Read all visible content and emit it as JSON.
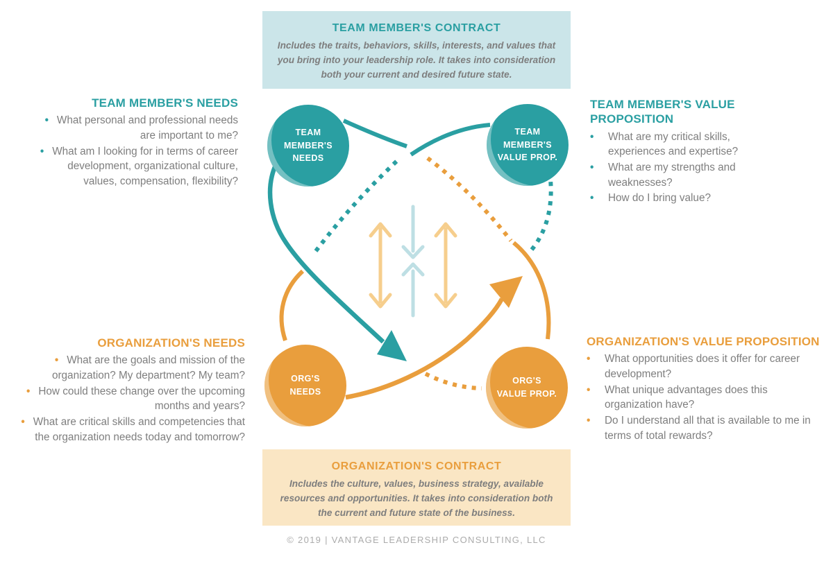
{
  "colors": {
    "teal": "#2A9FA2",
    "orange": "#E99E3D",
    "teal_box_bg": "#CBE5E9",
    "orange_box_bg": "#FAE6C4",
    "yellow_arrow": "#F6CE8D",
    "blue_arrow": "#BEDFE4",
    "body_text": "#7E7E7E",
    "footer_text": "#ABABAB",
    "white": "#FFFFFF"
  },
  "top_box": {
    "title": "TEAM MEMBER'S  CONTRACT",
    "description": "Includes the traits, behaviors, skills, interests, and values that you bring  into your leadership role. It takes into consideration both your  current and desired future state."
  },
  "bottom_box": {
    "title": "ORGANIZATION'S CONTRACT",
    "description": "Includes the culture, values, business strategy, available resources and opportunities. It takes into consideration both the current and future state of the business."
  },
  "circles": {
    "team_needs": {
      "label": "TEAM MEMBER'S NEEDS"
    },
    "team_value": {
      "label": "TEAM MEMBER'S VALUE PROP."
    },
    "org_needs": {
      "label": "ORG'S NEEDS"
    },
    "org_value": {
      "label": "ORG'S VALUE PROP."
    }
  },
  "sections": {
    "team_needs": {
      "title": "TEAM MEMBER'S NEEDS",
      "bullets": [
        "What personal and professional needs are important to me?",
        "What am I looking for in terms of career development, organizational culture, values, compensation, flexibility?"
      ]
    },
    "team_value": {
      "title": "TEAM MEMBER'S VALUE PROPOSITION",
      "bullets": [
        "What are my critical skills, experiences and expertise?",
        "What are my strengths and weaknesses?",
        "How do I bring value?"
      ]
    },
    "org_needs": {
      "title": "ORGANIZATION'S NEEDS",
      "bullets": [
        "What are the goals and mission of the organization? My department? My team?",
        "How could these change over the upcoming months and years?",
        "What are critical skills and competencies that the organization needs today and tomorrow?"
      ]
    },
    "org_value": {
      "title": "ORGANIZATION'S VALUE PROPOSITION",
      "bullets": [
        "What opportunities does it offer for career development?",
        "What unique advantages does this organization have?",
        "Do I understand all that is available to me in terms of total rewards?"
      ]
    }
  },
  "footer": {
    "text": "© 2019 | VANTAGE LEADERSHIP CONSULTING, LLC"
  }
}
